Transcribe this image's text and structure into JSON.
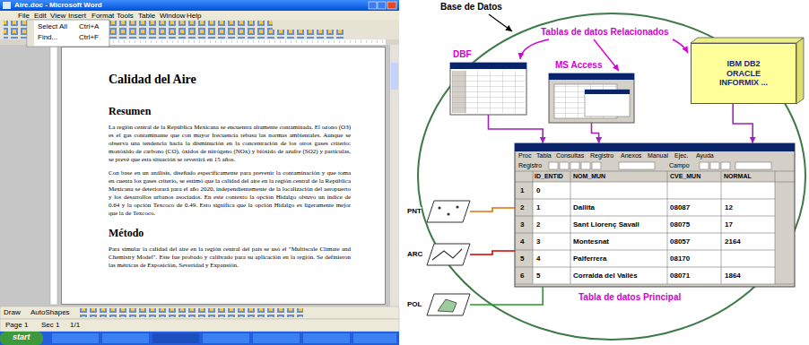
{
  "diagram": {
    "nodes": [
      {
        "text": [
          "Aire.doc - Microsoft Word"
        ]
      },
      {
        "text": [
          "Calidad del Aire",
          "Resumen",
          "La región central de la República Mexicana se encuentra altamente contaminada. El ozono (O3) es el gas contaminante que con mayor frecuencia rebasa las normas ambientales. Aunque se observa una tendencia hacia la disminución en la concentración de los otros gases criterio: monóxido de carbono (CO), óxidos de nitrógeno (NOx) y bióxido de azufre (SO2) y partículas, se prevé que esta situación se revertirá en 15 años.",
          "Con base en un análisis, diseñado específicamente para prevenir la contaminación y que toma en cuenta los gases criterio, se estimó que la calidad del aire en la región central de la República Mexicana se deteriorará para el año 2020, independientemente de la localización del aeropuerto y los desarrollos urbanos asociados. En este contexto la opción Hidalgo obtuvo un índice de 0.64 y la opción Texcoco de 0.49. Esto significa que la opción Hidalgo es ligeramente mejor que la de Texcoco.",
          "Método",
          "Para simular la calidad del aire en la región central del país se usó el \"Multiscale Climate and Chemistry Model\". Este fue probado y calibrado para su aplicación en la región. Se definieron las métricas de Exposición, Severidad y Expansión."
        ],
        "in": 0
      },
      {
        "text": [
          "Base de Datos"
        ]
      },
      {
        "text": [
          "DBF"
        ],
        "in": 2
      },
      {
        "text": [
          "MS Access"
        ],
        "in": 2
      },
      {
        "text": [
          "IBM DB2 ORACLE INFORMIX ..."
        ],
        "in": 2
      },
      {
        "text": [
          "Tabla de datos Principal"
        ],
        "in": 2
      },
      {
        "text": [
          "PNT"
        ],
        "in": 2
      },
      {
        "text": [
          "ARC"
        ],
        "in": 2
      },
      {
        "text": [
          "POL"
        ],
        "in": 2
      }
    ],
    "edges": [
      {
        "from": 3,
        "to": 6,
        "arrow": "to"
      },
      {
        "from": 4,
        "to": 6,
        "arrow": "to"
      },
      {
        "from": 5,
        "to": 6,
        "arrow": "to"
      },
      {
        "from": 7,
        "to": 6,
        "arrow": "none"
      },
      {
        "from": 8,
        "to": 6,
        "arrow": "none"
      },
      {
        "from": 9,
        "to": 6,
        "arrow": "none"
      }
    ],
    "labels": [
      "File",
      "Edit",
      "View",
      "Insert",
      "Format",
      "Tools",
      "Table",
      "Window",
      "Help",
      "Select All",
      "Ctrl+A",
      "Find...",
      "Ctrl+F",
      "Draw",
      "AutoShapes",
      "Page 1",
      "Sec 1",
      "1/1",
      "start",
      "Tablas de datos Relacionados",
      "Proc",
      "Tabla",
      "Consultas",
      "Registro",
      "Anexos",
      "Manual",
      "Ejec.",
      "Ayuda",
      "Registro",
      "Campo",
      "ID_ENTID",
      "NOM_MUN",
      "CVE_MUN",
      "NORMAL",
      "1",
      "2",
      "3",
      "4",
      "5",
      "6",
      "0",
      "1",
      "Dallita",
      "08087",
      "12",
      "2",
      "Sant Llorenç Savall",
      "08075",
      "17",
      "3",
      "Montesnat",
      "08057",
      "2164",
      "4",
      "Palferrera",
      "08170",
      "5",
      "Corralda del Vallès",
      "08071",
      "1864"
    ]
  }
}
